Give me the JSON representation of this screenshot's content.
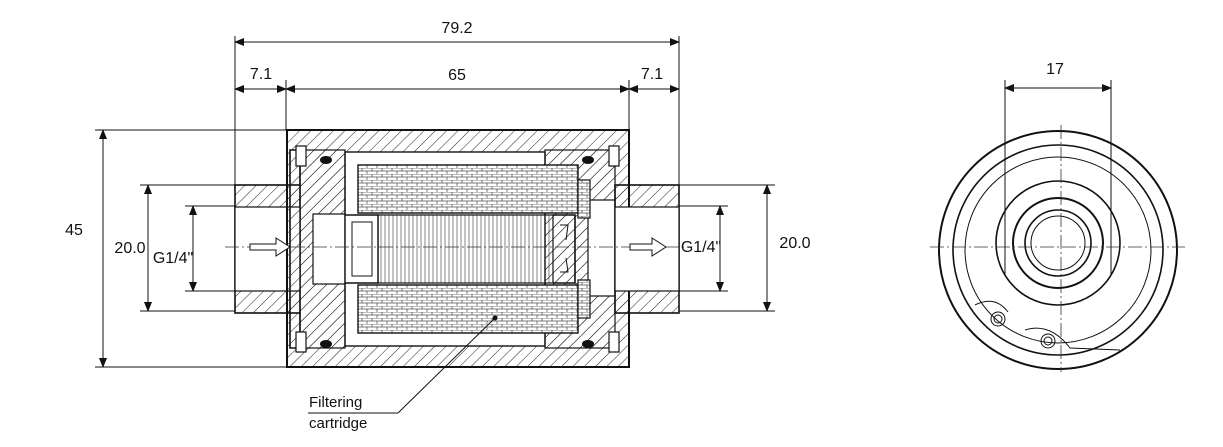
{
  "dimensions": {
    "overall_length": "79.2",
    "left_end": "7.1",
    "body_length": "65",
    "right_end": "7.1",
    "outer_diameter": "45",
    "port_diameter_left": "20.0",
    "port_diameter_right": "20.0",
    "thread_left": "G1/4\"",
    "thread_right": "G1/4\"",
    "end_view_width": "17"
  },
  "callout": {
    "line1": "Filtering",
    "line2": "cartridge"
  },
  "colors": {
    "line": "#111111",
    "hatch": "#222222",
    "background": "#ffffff"
  }
}
